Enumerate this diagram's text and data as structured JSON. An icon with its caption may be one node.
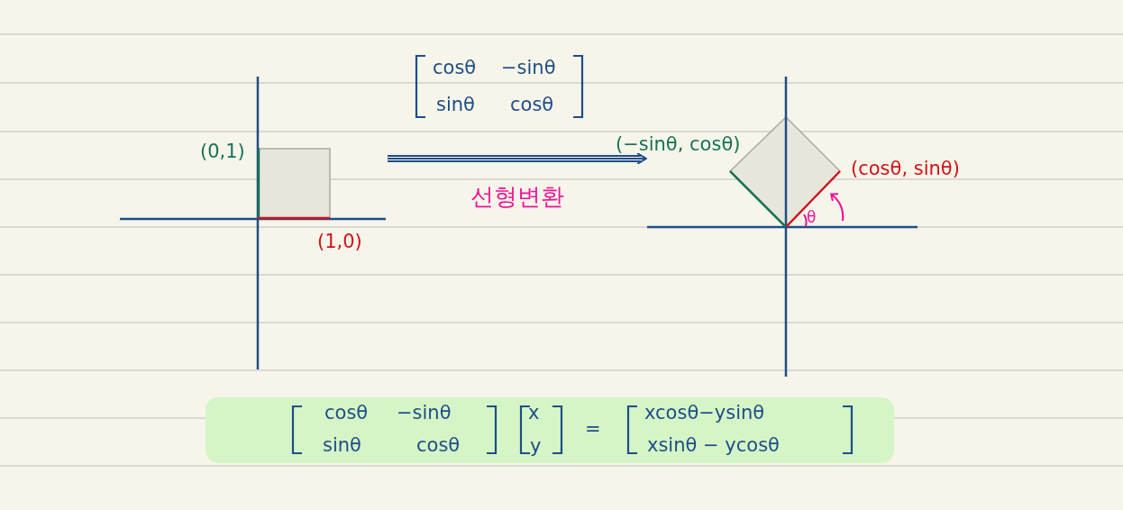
{
  "diagram": {
    "nodes": [
      {
        "text": [],
        "shape": "picture"
      },
      {
        "text": [],
        "shape": "picture"
      },
      {
        "text": [
          "cosθ",
          "−sinθ",
          "sinθ",
          "cosθ",
          "x",
          "y",
          "=",
          "xcosθ−ysinθ",
          "xsinθ − ycosθ"
        ]
      }
    ],
    "edges": [
      {
        "from": 0,
        "to": 1,
        "arrow": "to",
        "label": "선형변환"
      }
    ],
    "labels": [
      "cosθ",
      "−sinθ",
      "sinθ",
      "cosθ",
      "(0,1)",
      "(1,0)",
      "(−sinθ, cosθ)",
      "(cosθ, sinθ)",
      "θ"
    ]
  }
}
